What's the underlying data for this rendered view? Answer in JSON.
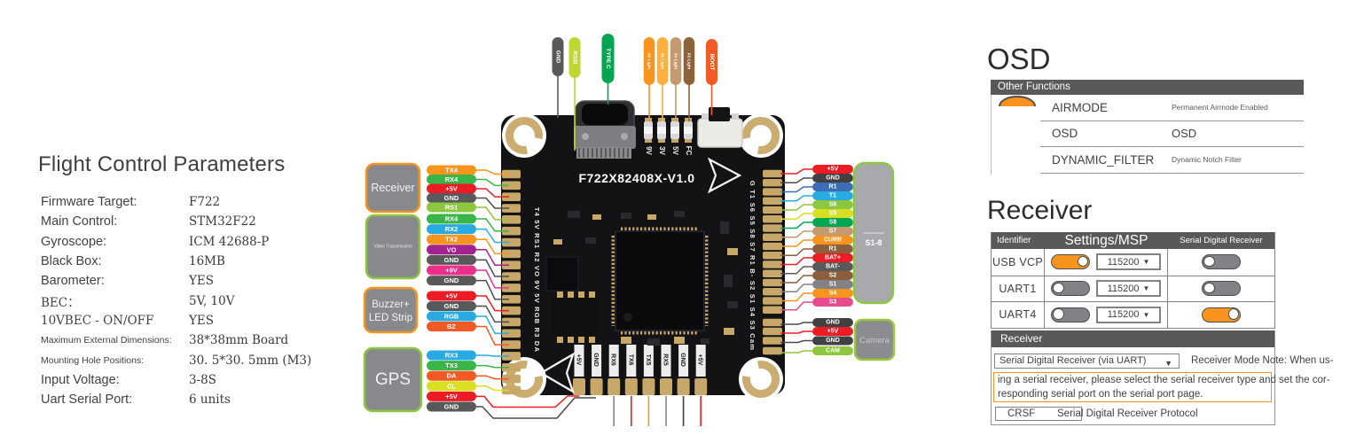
{
  "left_panel": {
    "title": "Flight Control Parameters",
    "rows": [
      {
        "label": "Firmware Target:",
        "value": "F722",
        "style": "normal"
      },
      {
        "label": "Main Control:",
        "value": "STM32F22",
        "style": "normal"
      },
      {
        "label": "Gyroscope:",
        "value": "ICM 42688-P",
        "style": "normal"
      },
      {
        "label": "Black Box:",
        "value": "16MB",
        "style": "normal"
      },
      {
        "label": "Barometer:",
        "value": "YES",
        "style": "normal"
      },
      {
        "label": "BEC：",
        "value": "5V, 10V",
        "style": "serif"
      },
      {
        "label": "10VBEC - ON/OFF",
        "value": "YES",
        "style": "serif"
      },
      {
        "label": "Maximum External Dimensions:",
        "value": "38*38mm Board",
        "style": "small"
      },
      {
        "label": "Mounting Hole Positions:",
        "value": "30. 5*30. 5mm (M3)",
        "style": "small"
      },
      {
        "label": "Input Voltage:",
        "value": "3-8S",
        "style": "normal"
      },
      {
        "label": "Uart Serial Port:",
        "value": "6 units",
        "style": "normal"
      }
    ]
  },
  "board": {
    "title": "F722X82408X-V1.0",
    "top_pins": [
      {
        "label": "GND",
        "color": "#58595B"
      },
      {
        "label": "RSSI",
        "color": "#BFD730"
      },
      {
        "label": "TYPE C",
        "color": "#00A651"
      },
      {
        "label": "9V Light",
        "color": "#F7941E"
      },
      {
        "label": "3V Light",
        "color": "#FBB040"
      },
      {
        "label": "5V Light",
        "color": "#C49A6E"
      },
      {
        "label": "FC Light",
        "color": "#8C6239"
      },
      {
        "label": "BOOT",
        "color": "#F15A24"
      }
    ],
    "left_groups": [
      {
        "label": "Receiver",
        "border": "#F7941E",
        "pins": [
          {
            "l": "TX4",
            "c": "#F7941E"
          },
          {
            "l": "RX4",
            "c": "#39B54A"
          },
          {
            "l": "+5V",
            "c": "#ED1C24"
          },
          {
            "l": "GND",
            "c": "#58595B"
          },
          {
            "l": "RS1",
            "c": "#8DC63F"
          }
        ]
      },
      {
        "label": "Video Transmission",
        "border": "#8DC63F",
        "pins": [
          {
            "l": "RX4",
            "c": "#39B54A"
          },
          {
            "l": "RX2",
            "c": "#29ABE2"
          },
          {
            "l": "TX2",
            "c": "#F7941E"
          },
          {
            "l": "VO",
            "c": "#A3238E"
          },
          {
            "l": "GND",
            "c": "#58595B"
          },
          {
            "l": "+9V",
            "c": "#ED2F8C"
          },
          {
            "l": "GND",
            "c": "#58595B"
          }
        ]
      },
      {
        "label": "Buzzer+ LED Strip",
        "border": "#F7941E",
        "pins": [
          {
            "l": "+5V",
            "c": "#ED1C24"
          },
          {
            "l": "GND",
            "c": "#58595B"
          },
          {
            "l": "RGB",
            "c": "#29ABE2"
          },
          {
            "l": "BZ",
            "c": "#F15A24"
          }
        ]
      },
      {
        "label": "GPS",
        "border": "#8DC63F",
        "pins": [
          {
            "l": "RX3",
            "c": "#29ABE2"
          },
          {
            "l": "TX3",
            "c": "#39B54A"
          },
          {
            "l": "DA",
            "c": "#F15A24"
          },
          {
            "l": "CL",
            "c": "#D9E021"
          },
          {
            "l": "+5V",
            "c": "#ED1C24",
            "route": "bottom"
          },
          {
            "l": "GND",
            "c": "#58595B",
            "route": "bottom"
          }
        ]
      }
    ],
    "right_pins": [
      {
        "l": "+5V",
        "c": "#ED1C24"
      },
      {
        "l": "GND",
        "c": "#414042"
      },
      {
        "l": "R1",
        "c": "#3D6EB5"
      },
      {
        "l": "T1",
        "c": "#29ABE2"
      },
      {
        "l": "S6",
        "c": "#8DC63F"
      },
      {
        "l": "S5",
        "c": "#D7DF23"
      },
      {
        "l": "S8",
        "c": "#00A651"
      },
      {
        "l": "S7",
        "c": "#C49A6E"
      },
      {
        "l": "CURR",
        "c": "#F7941E"
      },
      {
        "l": "R1",
        "c": "#8B5E3C"
      },
      {
        "l": "BAT+",
        "c": "#ED1C24"
      },
      {
        "l": "BAT-",
        "c": "#58595B"
      },
      {
        "l": "S2",
        "c": "#8B5E3C"
      },
      {
        "l": "S1",
        "c": "#808285"
      },
      {
        "l": "S4",
        "c": "#F7941E"
      },
      {
        "l": "S3",
        "c": "#E64B8D"
      }
    ],
    "camera_pins": [
      {
        "l": "GND",
        "c": "#414042"
      },
      {
        "l": "+5V",
        "c": "#ED1C24"
      },
      {
        "l": "GND",
        "c": "#414042"
      },
      {
        "l": "CAM",
        "c": "#8DC63F"
      }
    ],
    "right_boxes": [
      {
        "label": "S1-8",
        "border": "#8DC63F"
      },
      {
        "label": "Camera",
        "border": "#9ACA3C"
      }
    ],
    "bottom_pads": [
      "+5V",
      "GND",
      "RX6",
      "TX6",
      "TX5",
      "RX5",
      "GND",
      "+5V"
    ],
    "bottom_wire_colors": [
      "#808285",
      "#ED1C24",
      "#F7941E",
      "#808285",
      "#414042",
      "#ED1C24"
    ],
    "left_edge_text": "T4 5V RS1 R2 VO 9V 5V RGB R3 DA",
    "right_edge_text": "G T1 S6 S5 S8 S7 R1 B- S2 S1 S4 S3 Cam",
    "led_labels": [
      "9V",
      "3V",
      "5V",
      "FC"
    ]
  },
  "osd": {
    "title": "OSD",
    "table_header": "Other Functions",
    "rows": [
      {
        "name": "AIRMODE",
        "value": "Permanent Airmode Enabled",
        "big": false
      },
      {
        "name": "OSD",
        "value": "OSD",
        "big": true
      },
      {
        "name": "DYNAMIC_FILTER",
        "value": "Dynamic Notch Filter",
        "big": false
      }
    ]
  },
  "receiver": {
    "title": "Receiver",
    "columns": [
      "Identifier",
      "Settings/MSP",
      "Serial Digital Receiver"
    ],
    "rows": [
      {
        "identifier": "USB VCP",
        "settings_on": true,
        "baud": "115200",
        "serial_on": false
      },
      {
        "identifier": "UART1",
        "settings_on": false,
        "baud": "115200",
        "serial_on": false
      },
      {
        "identifier": "UART4",
        "settings_on": false,
        "baud": "115200",
        "serial_on": true
      }
    ],
    "accent_color": "#F7941E"
  },
  "receiver_mode": {
    "header": "Receiver",
    "dropdown": "Serial Digital Receiver (via UART)",
    "dropdown_arrow": "▼",
    "note_right": "Receiver Mode Note: When us-",
    "note_line1": "ing a serial receiver, please select the serial receiver type and set the cor-",
    "note_line2": "responding serial port on the serial port page.",
    "protocol_value": "CRSF",
    "protocol_label": "Serial Digital Receiver Protocol"
  }
}
